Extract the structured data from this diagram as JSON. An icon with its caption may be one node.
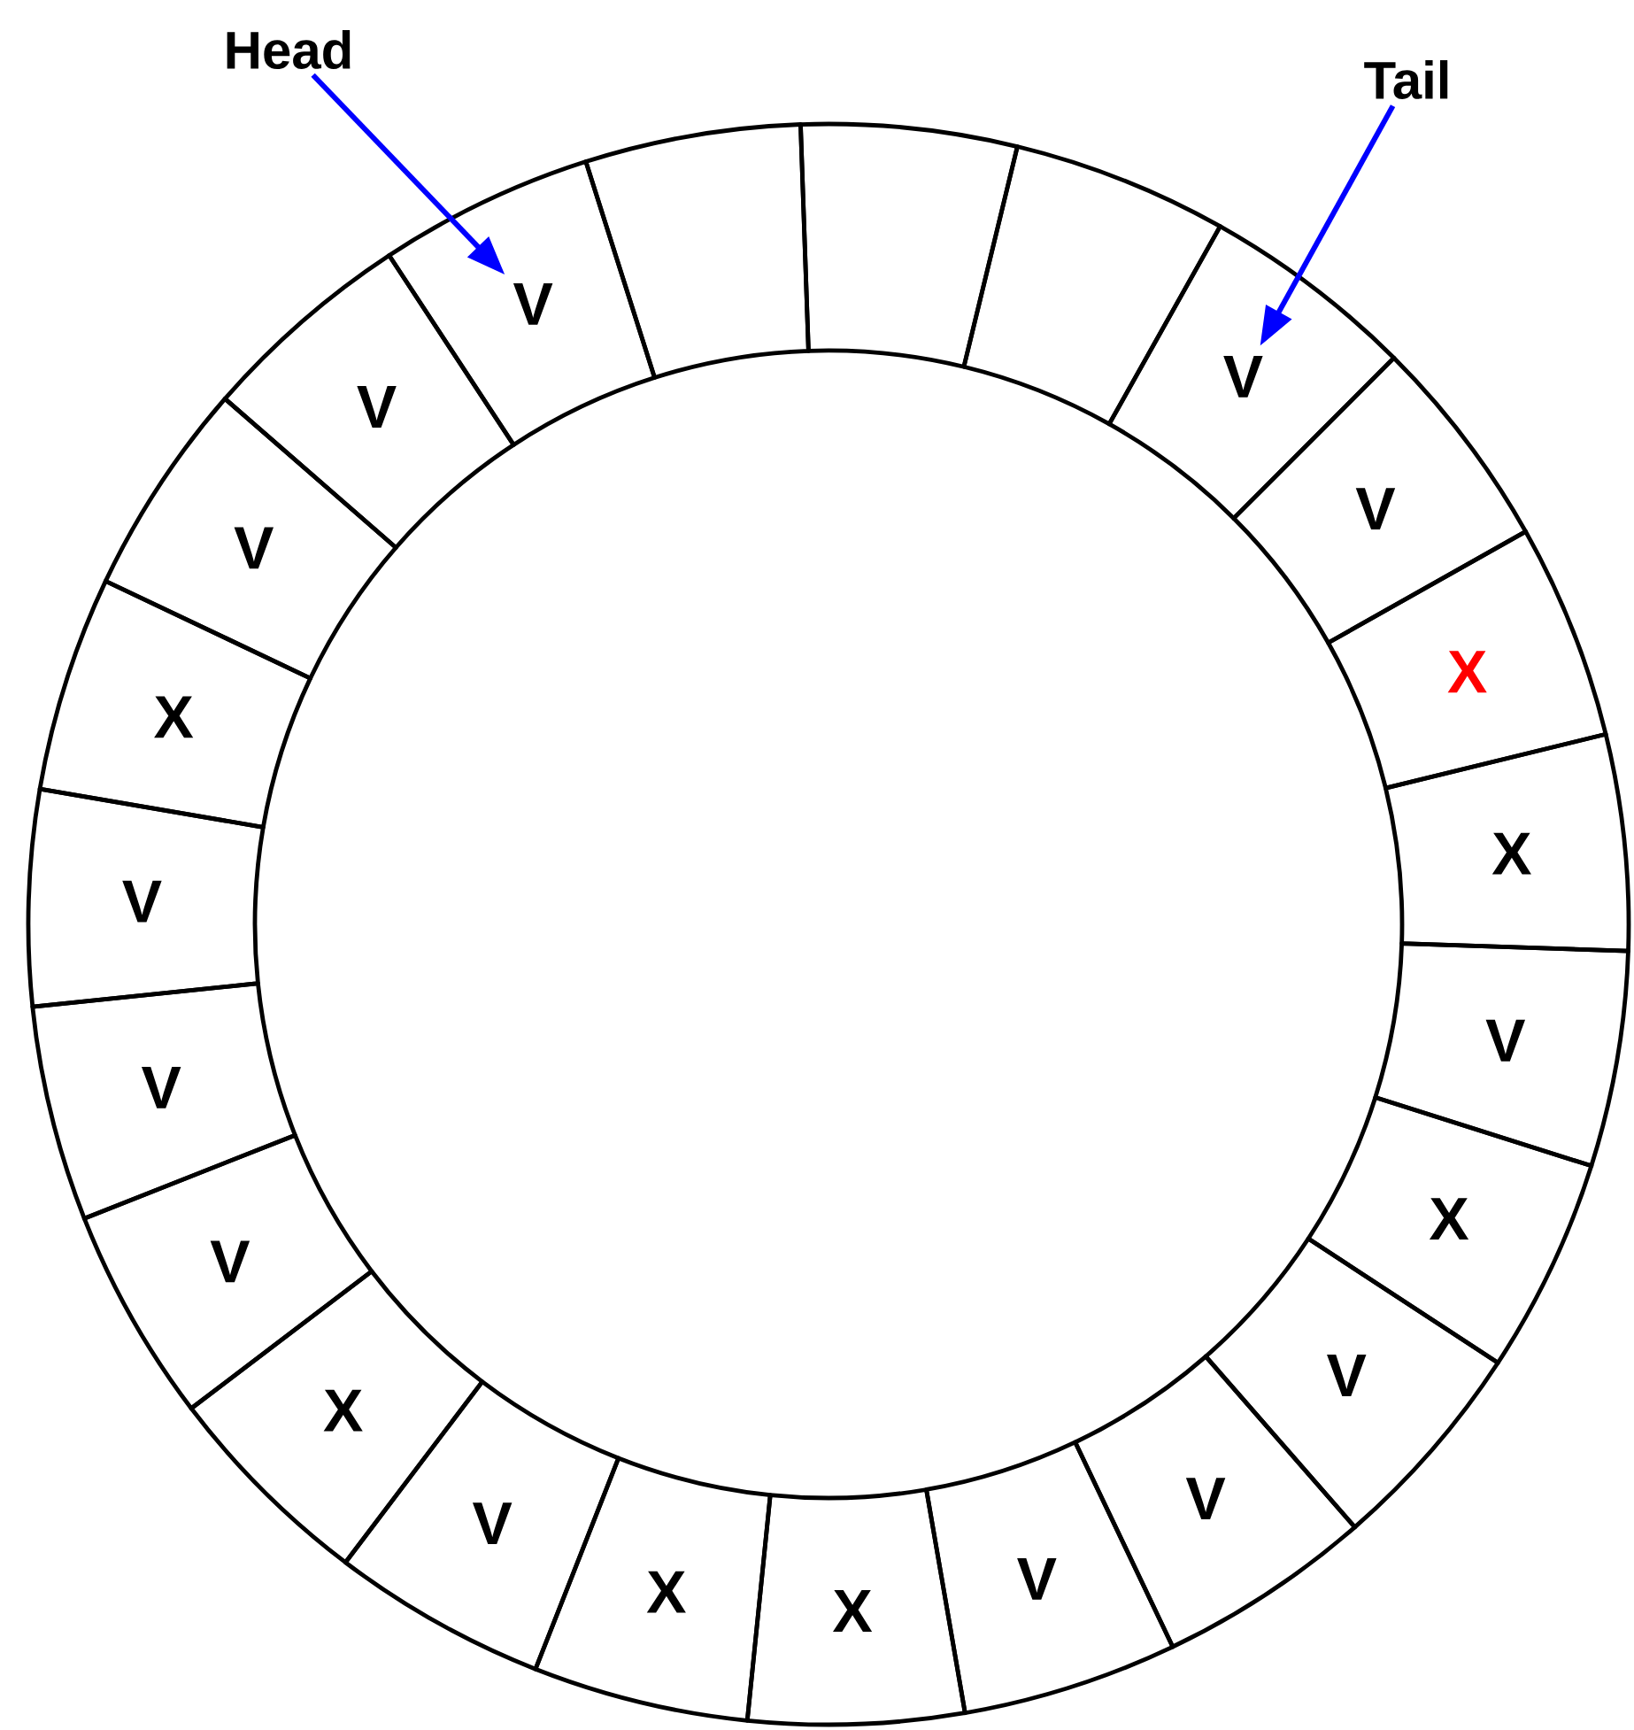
{
  "diagram": {
    "nodes": [
      {
        "text": [
          "Head"
        ]
      },
      {
        "text": [
          "Tail"
        ]
      },
      {
        "text": [],
        "shape": "box"
      },
      {
        "text": [],
        "shape": "box"
      },
      {
        "text": [
          "V"
        ]
      },
      {
        "text": [
          "V"
        ]
      },
      {
        "text": [
          "X"
        ]
      },
      {
        "text": [
          "X"
        ]
      },
      {
        "text": [
          "V"
        ]
      },
      {
        "text": [
          "X"
        ]
      },
      {
        "text": [
          "V"
        ]
      },
      {
        "text": [
          "V"
        ]
      },
      {
        "text": [
          "V"
        ]
      },
      {
        "text": [
          "X"
        ]
      },
      {
        "text": [
          "X"
        ]
      },
      {
        "text": [
          "V"
        ]
      },
      {
        "text": [
          "X"
        ]
      },
      {
        "text": [
          "V"
        ]
      },
      {
        "text": [
          "V"
        ]
      },
      {
        "text": [
          "V"
        ]
      },
      {
        "text": [
          "X"
        ]
      },
      {
        "text": [
          "V"
        ]
      },
      {
        "text": [
          "V"
        ]
      },
      {
        "text": [
          "V"
        ]
      },
      {
        "text": [],
        "shape": "box"
      }
    ],
    "edges": [
      {
        "from": 0,
        "to": 23,
        "arrow": "to"
      },
      {
        "from": 1,
        "to": 4,
        "arrow": "to"
      }
    ]
  }
}
